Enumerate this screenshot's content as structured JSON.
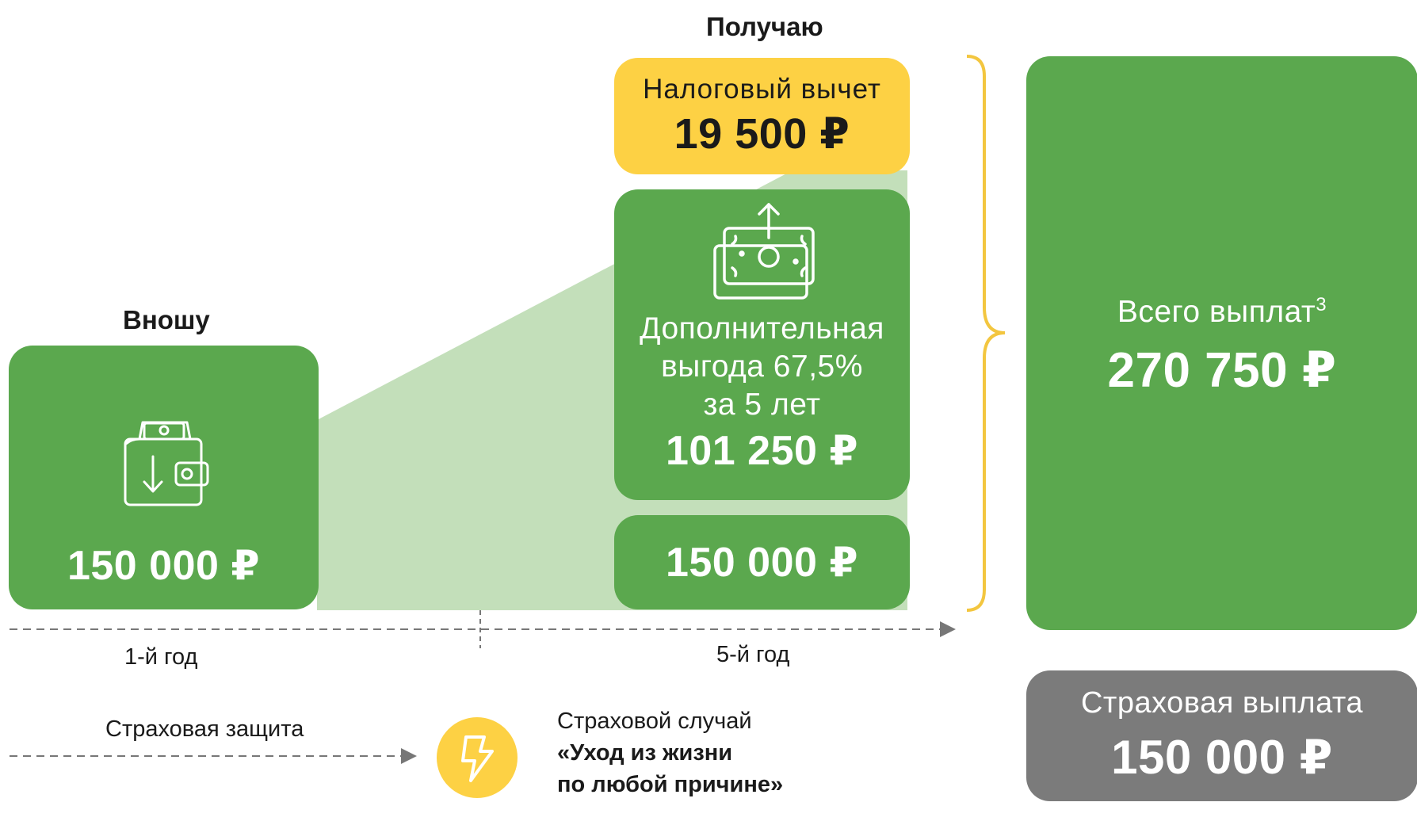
{
  "headings": {
    "invest": "Вношу",
    "receive": "Получаю"
  },
  "invest_card": {
    "amount": "150 000 ₽",
    "icon": "wallet-deposit-icon"
  },
  "tax_card": {
    "label": "Налоговый вычет",
    "amount": "19 500 ₽"
  },
  "benefit_card": {
    "icon": "money-withdraw-icon",
    "line1": "Дополнительная",
    "line2": "выгода 67,5%",
    "line3": "за 5 лет",
    "amount": "101 250 ₽"
  },
  "return_card": {
    "amount": "150 000 ₽"
  },
  "total_card": {
    "label": "Всего выплат",
    "superscript": "3",
    "amount": "270 750 ₽"
  },
  "insurance_payout": {
    "label": "Страховая выплата",
    "amount": "150 000 ₽"
  },
  "timeline": {
    "year1": "1-й год",
    "year5": "5-й год"
  },
  "protection": {
    "label": "Страховая защита",
    "icon": "lightning-icon",
    "event_title": "Страховой случай",
    "event_line1": "«Уход из жизни",
    "event_line2": "по любой причине»"
  },
  "colors": {
    "green": "#5ba84e",
    "light_green": "#c3dfba",
    "yellow": "#fdd144",
    "gray": "#7b7b7b",
    "bracket": "#f3c63f"
  }
}
